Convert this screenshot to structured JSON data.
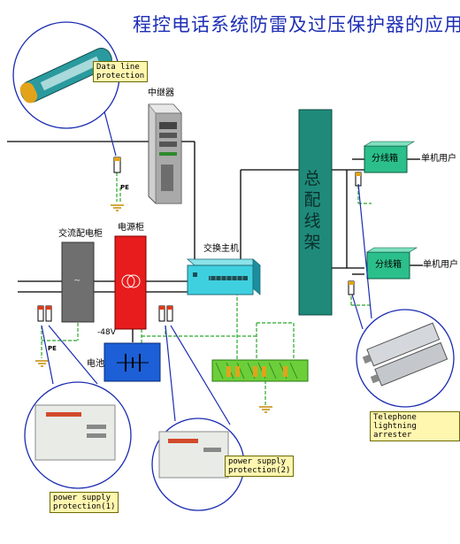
{
  "title": "程控电话系统防雷及过压保护器的应用",
  "labels": {
    "repeater": "中继器",
    "ac_cabinet": "交流配电柜",
    "power_cabinet": "电源柜",
    "switch_host": "交换主机",
    "main_distribution_frame": "总配线架",
    "splitter_box_1": "分线箱",
    "splitter_box_2": "分线箱",
    "user_1": "单机用户",
    "user_2": "单机用户",
    "battery": "电池",
    "voltage": "-48V",
    "pe_1": "PE",
    "pe_2": "PE"
  },
  "callouts": {
    "data_line": [
      "Data line",
      "protection"
    ],
    "power_supply_1": [
      "power supply",
      "protection(1)"
    ],
    "power_supply_2": [
      "power supply",
      "protection(2)"
    ],
    "telephone_arrester": [
      "Telephone",
      "lightning arrester"
    ]
  },
  "colors": {
    "title": "#1e2fb5",
    "distribution_frame": "#1f8a7a",
    "splitter_box": "#2bbf8c",
    "power_cabinet": "#e81c1c",
    "battery": "#1c5fd6",
    "switch_host": "#3fd0e0",
    "ground_bar": "#6ccf3a",
    "callout_circle": "#1a2bb0",
    "ground_wire": "#2ca82c",
    "tag_fill": "#fff6b0"
  }
}
